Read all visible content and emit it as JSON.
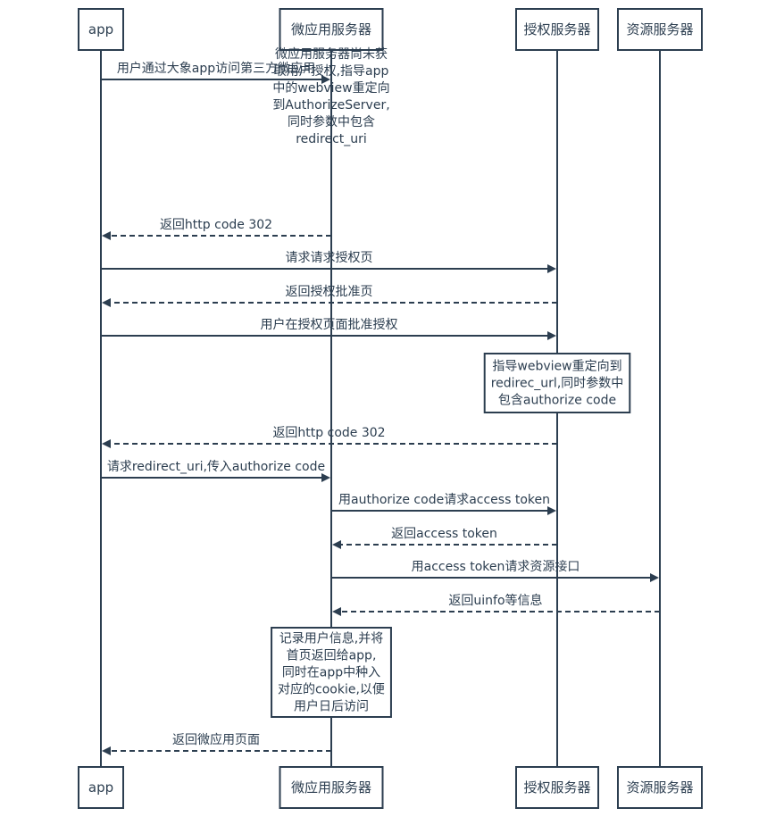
{
  "actors": [
    {
      "id": "app",
      "label": "app"
    },
    {
      "id": "micro",
      "label": "微应用服务器"
    },
    {
      "id": "auth",
      "label": "授权服务器"
    },
    {
      "id": "res",
      "label": "资源服务器"
    }
  ],
  "steps": [
    {
      "kind": "msg",
      "from": "app",
      "to": "micro",
      "label": "用户通过大象app访问第三方微应用",
      "dashed": false
    },
    {
      "kind": "note",
      "over": "micro",
      "lines": [
        "微应用服务器尚未获",
        "取用户授权,指导app",
        "中的webview重定向",
        "到AuthorizeServer,",
        "同时参数中包含",
        "redirect_uri"
      ]
    },
    {
      "kind": "msg",
      "from": "micro",
      "to": "app",
      "label": "返回http code 302",
      "dashed": true
    },
    {
      "kind": "msg",
      "from": "app",
      "to": "auth",
      "label": "请求请求授权页",
      "dashed": false
    },
    {
      "kind": "msg",
      "from": "auth",
      "to": "app",
      "label": "返回授权批准页",
      "dashed": true
    },
    {
      "kind": "msg",
      "from": "app",
      "to": "auth",
      "label": "用户在授权页面批准授权",
      "dashed": false
    },
    {
      "kind": "note",
      "over": "auth",
      "lines": [
        "指导webview重定向到",
        "redirec_url,同时参数中",
        "包含authorize code"
      ]
    },
    {
      "kind": "msg",
      "from": "auth",
      "to": "app",
      "label": "返回http code 302",
      "dashed": true
    },
    {
      "kind": "msg",
      "from": "app",
      "to": "micro",
      "label": "请求redirect_uri,传入authorize code",
      "dashed": false
    },
    {
      "kind": "msg",
      "from": "micro",
      "to": "auth",
      "label": "用authorize code请求access token",
      "dashed": false
    },
    {
      "kind": "msg",
      "from": "auth",
      "to": "micro",
      "label": "返回access token",
      "dashed": true
    },
    {
      "kind": "msg",
      "from": "micro",
      "to": "res",
      "label": "用access token请求资源接口",
      "dashed": false
    },
    {
      "kind": "msg",
      "from": "res",
      "to": "micro",
      "label": "返回uinfo等信息",
      "dashed": true
    },
    {
      "kind": "note",
      "over": "micro",
      "lines": [
        "记录用户信息,并将",
        "首页返回给app,",
        "同时在app中种入",
        "对应的cookie,以便",
        "用户日后访问"
      ]
    },
    {
      "kind": "msg",
      "from": "micro",
      "to": "app",
      "label": "返回微应用页面",
      "dashed": true
    }
  ]
}
